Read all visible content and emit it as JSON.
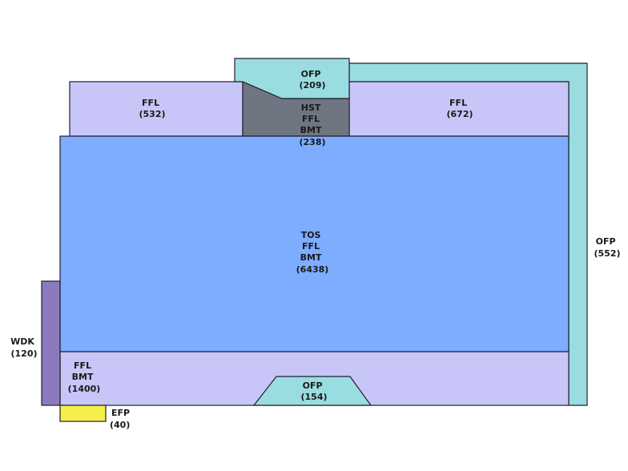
{
  "colors": {
    "ffl": "#c8c6f8",
    "tos": "#7eacff",
    "ofp": "#9adde0",
    "hst": "#6f7681",
    "wdk": "#8a7abd",
    "efp": "#f5ef4c",
    "stroke": "#1f1f2e"
  },
  "regions": {
    "ofp_top": {
      "lines": [
        "OFP",
        "(209)"
      ]
    },
    "ffl_left": {
      "lines": [
        "FFL",
        "(532)"
      ]
    },
    "hst": {
      "lines": [
        "HST",
        "FFL",
        "BMT",
        "(238)"
      ]
    },
    "ffl_right": {
      "lines": [
        "FFL",
        "(672)"
      ]
    },
    "tos": {
      "lines": [
        "TOS",
        "FFL",
        "BMT",
        "(6438)"
      ]
    },
    "ofp_right": {
      "lines": [
        "OFP",
        "(552)"
      ]
    },
    "wdk": {
      "lines": [
        "WDK",
        "(120)"
      ]
    },
    "ffl_bottom": {
      "lines": [
        "FFL",
        "BMT",
        "(1400)"
      ]
    },
    "ofp_bottom": {
      "lines": [
        "OFP",
        "(154)"
      ]
    },
    "efp": {
      "lines": [
        "EFP",
        "(40)"
      ]
    }
  }
}
